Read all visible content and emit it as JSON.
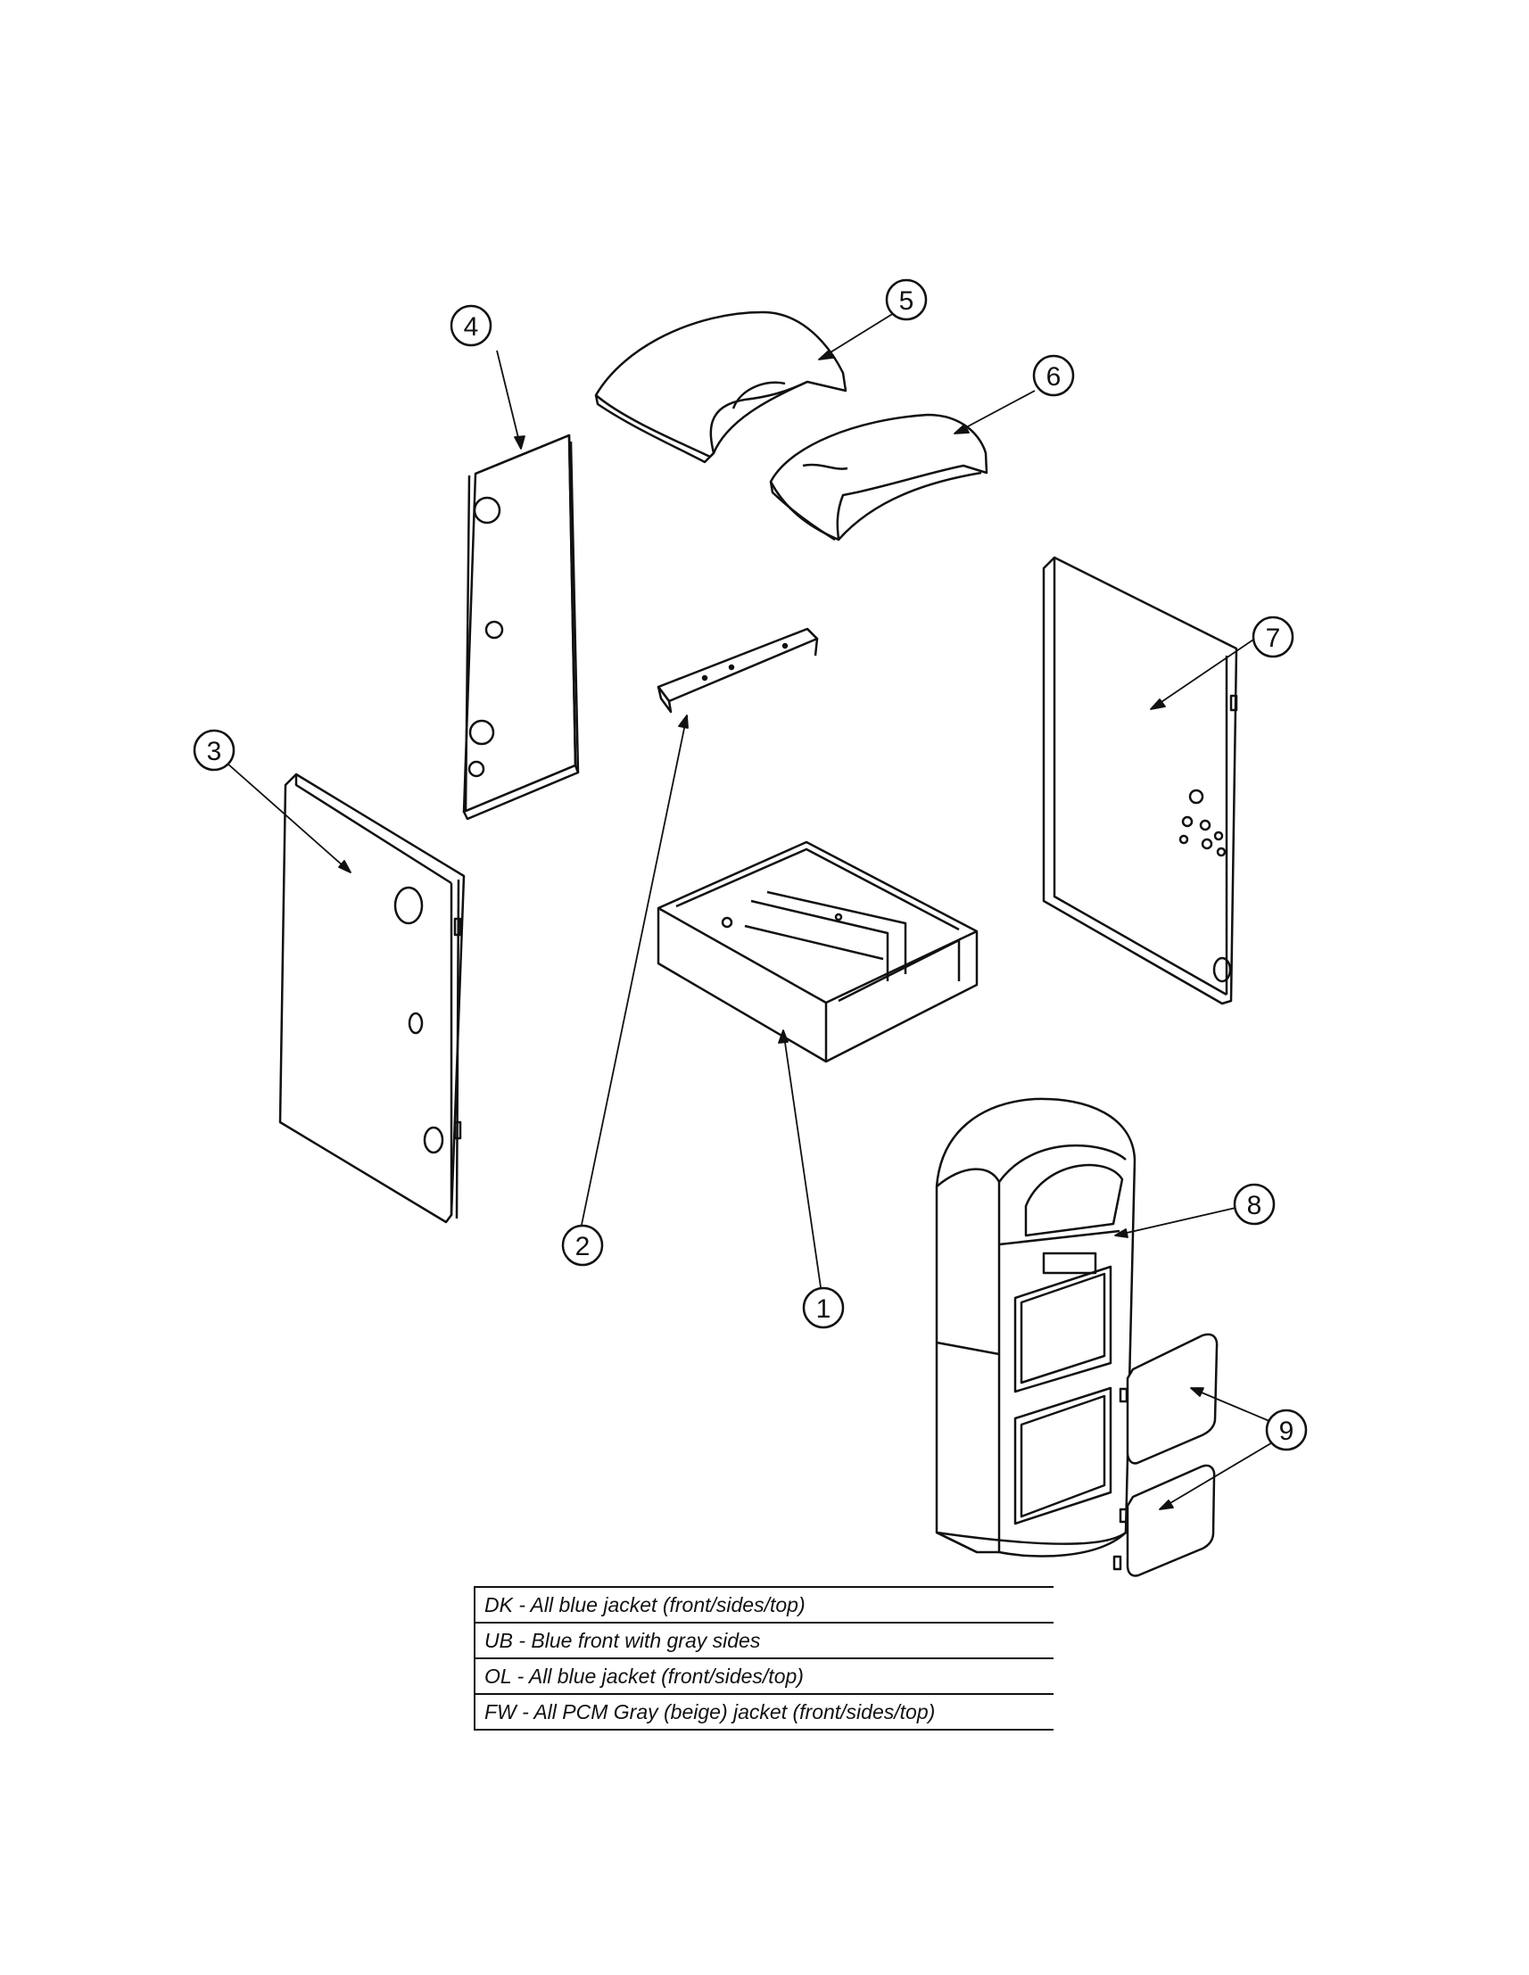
{
  "callouts": {
    "c1": "1",
    "c2": "2",
    "c3": "3",
    "c4": "4",
    "c5": "5",
    "c6": "6",
    "c7": "7",
    "c8": "8",
    "c9": "9"
  },
  "legend": {
    "rows": [
      "DK - All blue jacket (front/sides/top)",
      "UB - Blue front with gray sides",
      "OL - All blue jacket (front/sides/top)",
      "FW - All PCM Gray (beige) jacket (front/sides/top)"
    ]
  }
}
